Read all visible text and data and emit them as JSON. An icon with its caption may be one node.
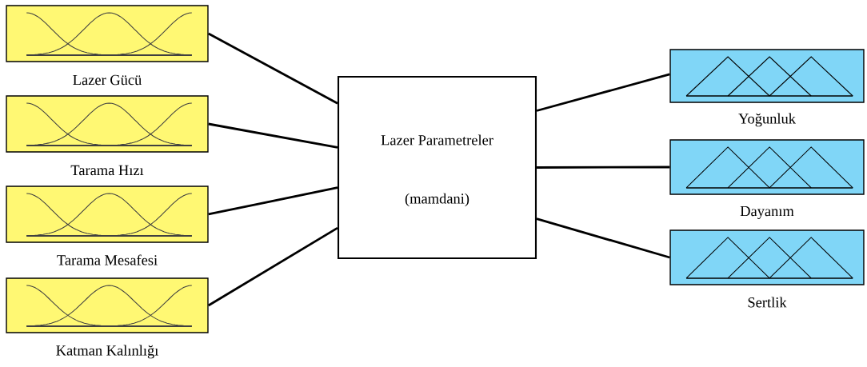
{
  "diagram": {
    "nodes": [
      {
        "text": [
          "Lazer Gücü"
        ]
      },
      {
        "text": [
          "Tarama Hızı"
        ]
      },
      {
        "text": [
          "Tarama Mesafesi"
        ]
      },
      {
        "text": [
          "Katman Kalınlığı"
        ]
      },
      {
        "text": [
          "Lazer Parametreler",
          "(mamdani)"
        ]
      },
      {
        "text": [
          "Yoğunluk"
        ]
      },
      {
        "text": [
          "Dayanım"
        ]
      },
      {
        "text": [
          "Sertlik"
        ]
      }
    ],
    "edges": [
      {
        "from": 0,
        "to": 4,
        "arrow": "none"
      },
      {
        "from": 1,
        "to": 4,
        "arrow": "none"
      },
      {
        "from": 2,
        "to": 4,
        "arrow": "none"
      },
      {
        "from": 3,
        "to": 4,
        "arrow": "none"
      },
      {
        "from": 4,
        "to": 5,
        "arrow": "none"
      },
      {
        "from": 4,
        "to": 6,
        "arrow": "none"
      },
      {
        "from": 4,
        "to": 7,
        "arrow": "none"
      }
    ]
  }
}
